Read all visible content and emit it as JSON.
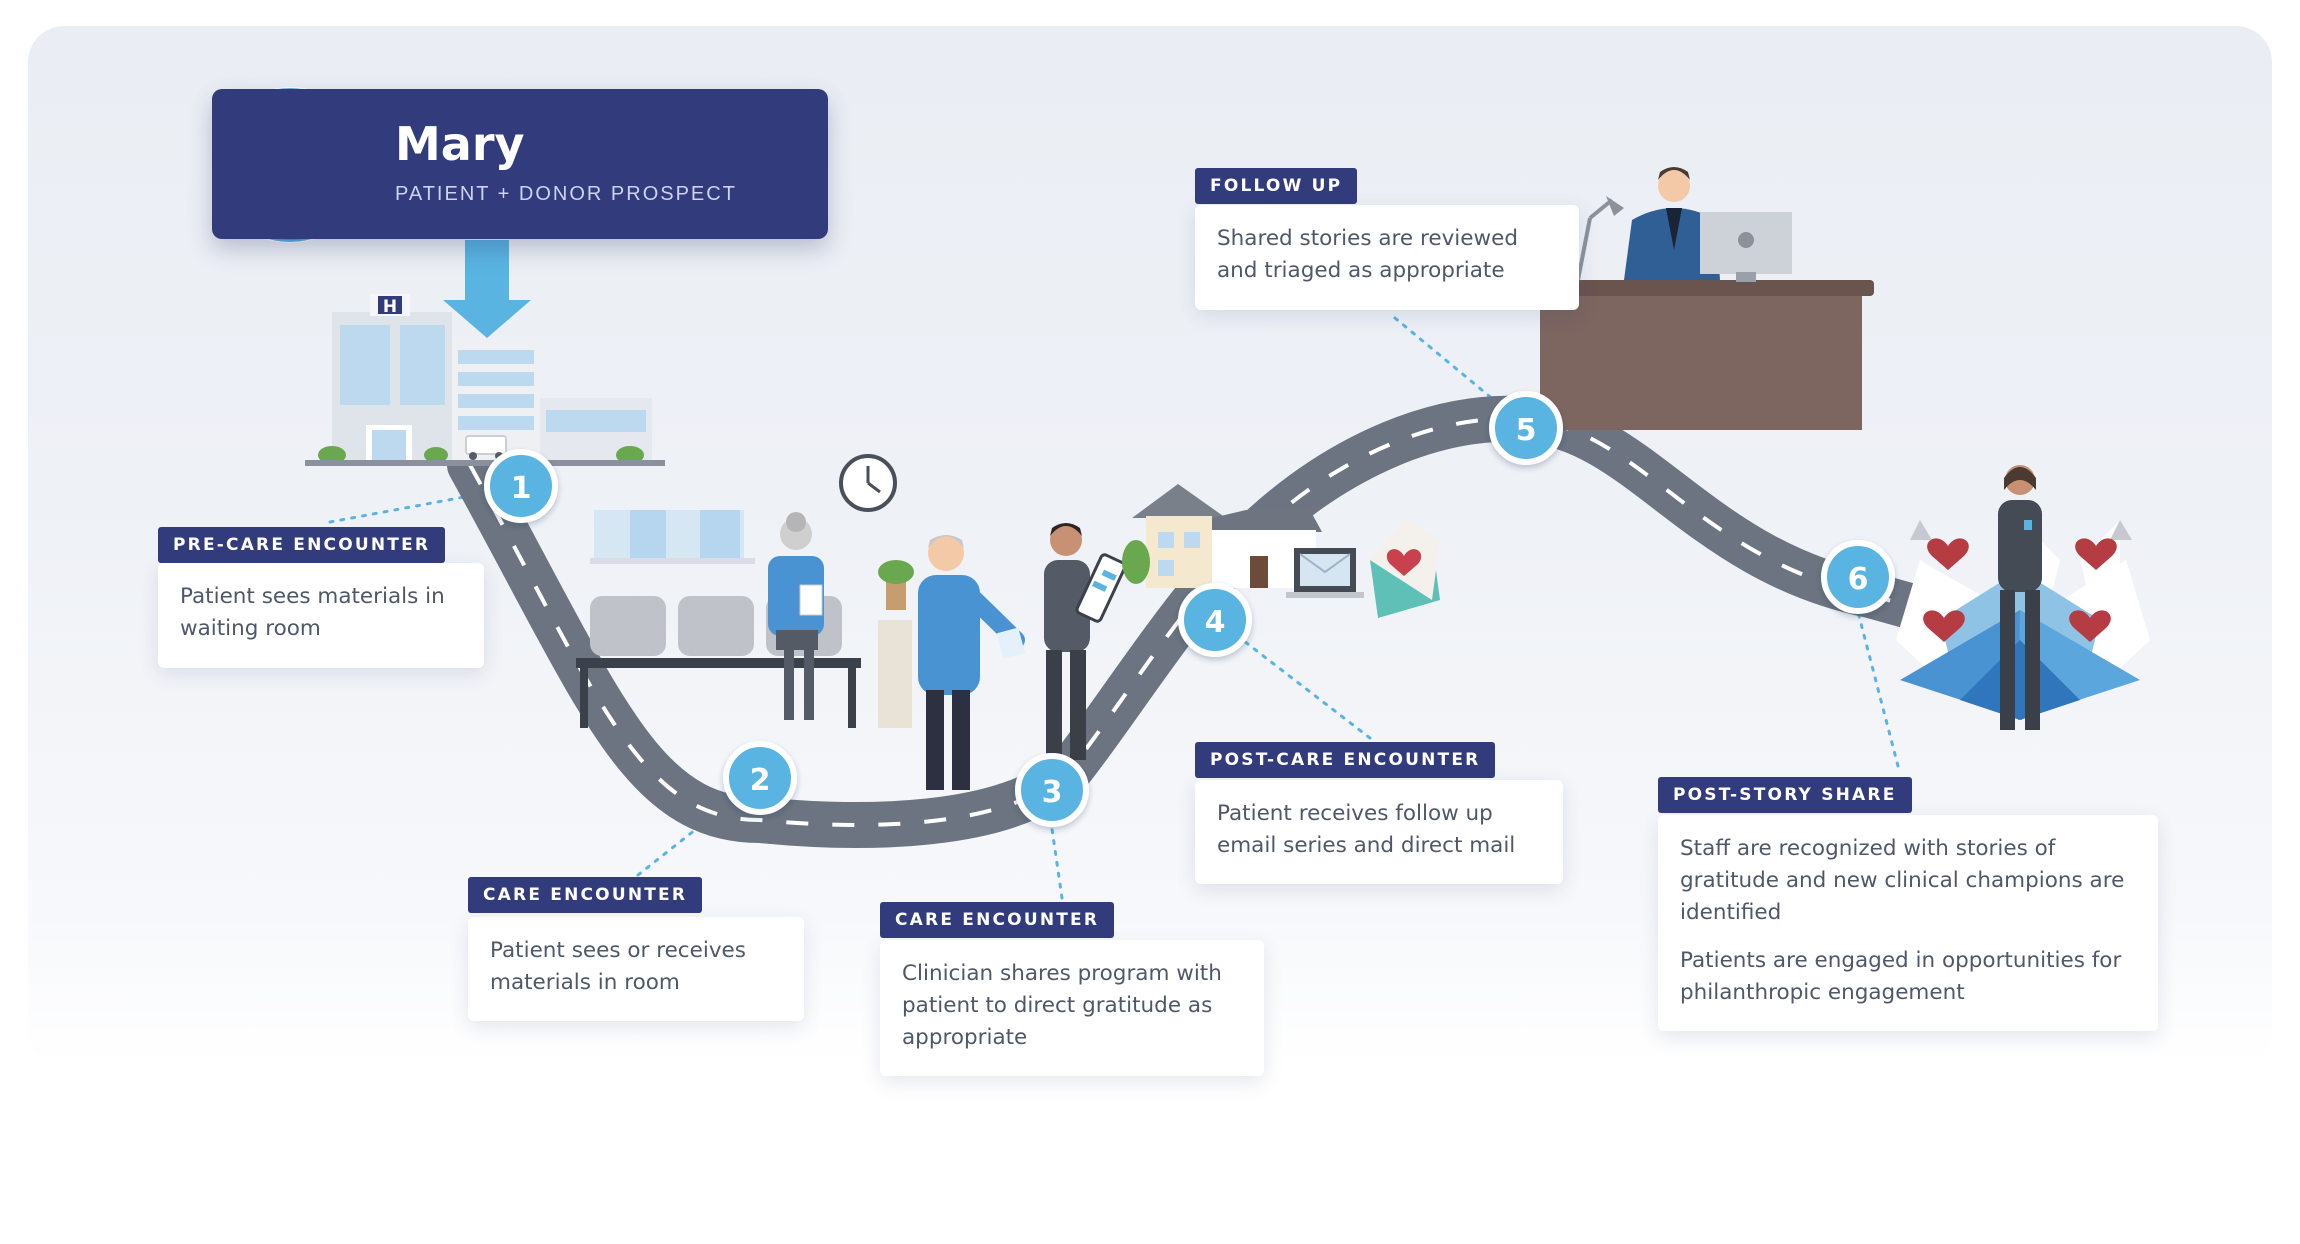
{
  "persona": {
    "name": "Mary",
    "role": "PATIENT + DONOR PROSPECT"
  },
  "steps": [
    {
      "number": "1",
      "label": "PRE-CARE ENCOUNTER",
      "text": [
        "Patient sees materials in waiting room"
      ]
    },
    {
      "number": "2",
      "label": "CARE ENCOUNTER",
      "text": [
        "Patient sees or receives materials in room"
      ]
    },
    {
      "number": "3",
      "label": "CARE ENCOUNTER",
      "text": [
        "Clinician shares program with patient to direct gratitude as appropriate"
      ]
    },
    {
      "number": "4",
      "label": "POST-CARE ENCOUNTER",
      "text": [
        "Patient receives follow up email series and direct mail"
      ]
    },
    {
      "number": "5",
      "label": "FOLLOW UP",
      "text": [
        "Shared stories are reviewed and triaged as appropriate"
      ]
    },
    {
      "number": "6",
      "label": "POST-STORY SHARE",
      "text": [
        "Staff are recognized with stories of gratitude and new clinical champions are identified",
        "Patients are engaged in opportunities for philanthropic engagement"
      ]
    }
  ],
  "icons": {
    "hospital_sign": "H",
    "hospital": "hospital-icon",
    "waiting_room": "waiting-room-icon",
    "clock": "clock-icon",
    "patient_clinician": "patient-clinician-icon",
    "house_mail": "house-mail-icon",
    "desk_staff": "desk-staff-icon",
    "recognized_staff": "recognized-staff-icon"
  },
  "colors": {
    "navy": "#323c7d",
    "marker": "#5ab4e2",
    "road": "#6b7480",
    "arrow": "#5ab4e2"
  }
}
